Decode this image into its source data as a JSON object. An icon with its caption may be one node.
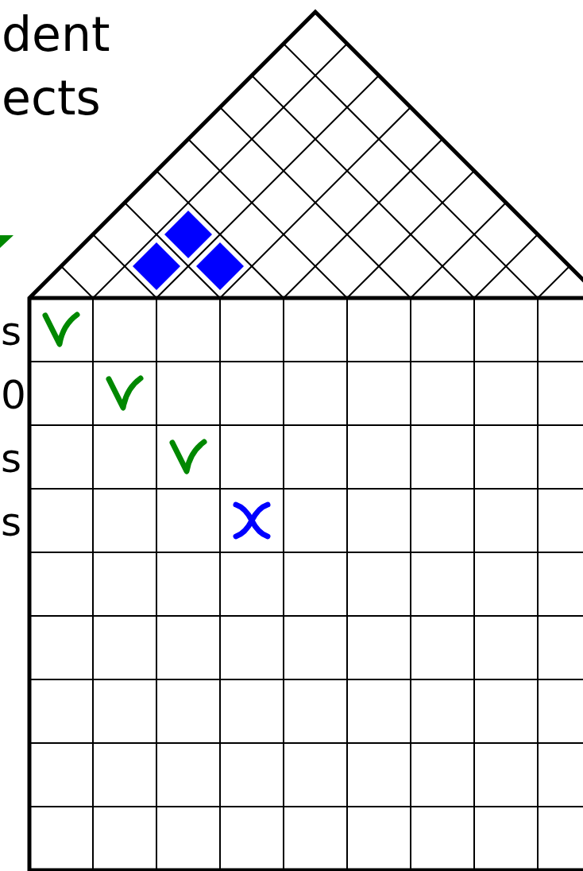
{
  "diagram": {
    "labels": [
      "dent",
      "ects",
      "s",
      "0",
      "s",
      "s"
    ]
  }
}
